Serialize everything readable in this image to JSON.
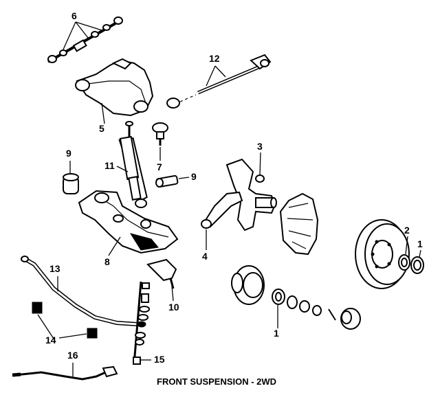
{
  "caption": "FRONT SUSPENSION - 2WD",
  "callouts": {
    "n1_rotor_bearing": "1",
    "n2_seal": "2",
    "n3_knuckle": "3",
    "n4_steering_arm": "4",
    "n5_upper_arm": "5",
    "n6_arm_shaft_kit": "6",
    "n7_ball_joint_upper": "7",
    "n8_lower_arm": "8",
    "n9_bushing": "9",
    "n9_ball_joint_lower": "9",
    "n10_tie_rod_end": "10",
    "n11_shock": "11",
    "n12_strut_rod": "12",
    "n13_stabilizer_bar": "13",
    "n14_bar_bushing": "14",
    "n15_link_bolt": "15",
    "n16_cable": "16",
    "n1_hub_bearing": "1"
  }
}
